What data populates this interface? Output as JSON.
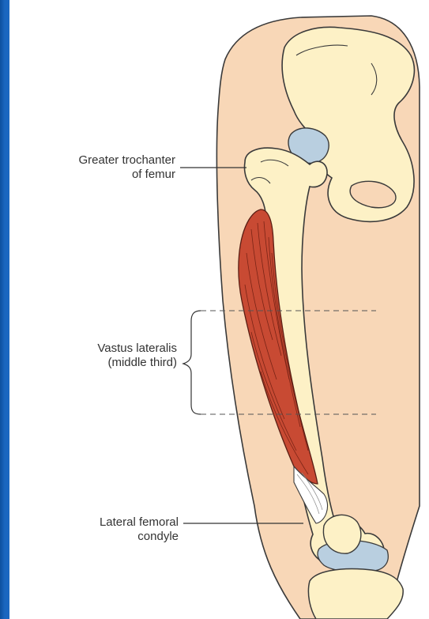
{
  "figure": {
    "labels": {
      "greater_trochanter": [
        "Greater trochanter",
        "of femur"
      ],
      "vastus_lateralis": [
        "Vastus lateralis",
        "(middle third)"
      ],
      "lateral_condyle": [
        "Lateral femoral",
        "condyle"
      ]
    },
    "colors": {
      "background_blue": "#1a5cab",
      "skin": "#f8d7b7",
      "bone": "#fdf1c6",
      "cartilage": "#b9cfe0",
      "muscle": "#c84a33",
      "outline": "#333333"
    }
  }
}
